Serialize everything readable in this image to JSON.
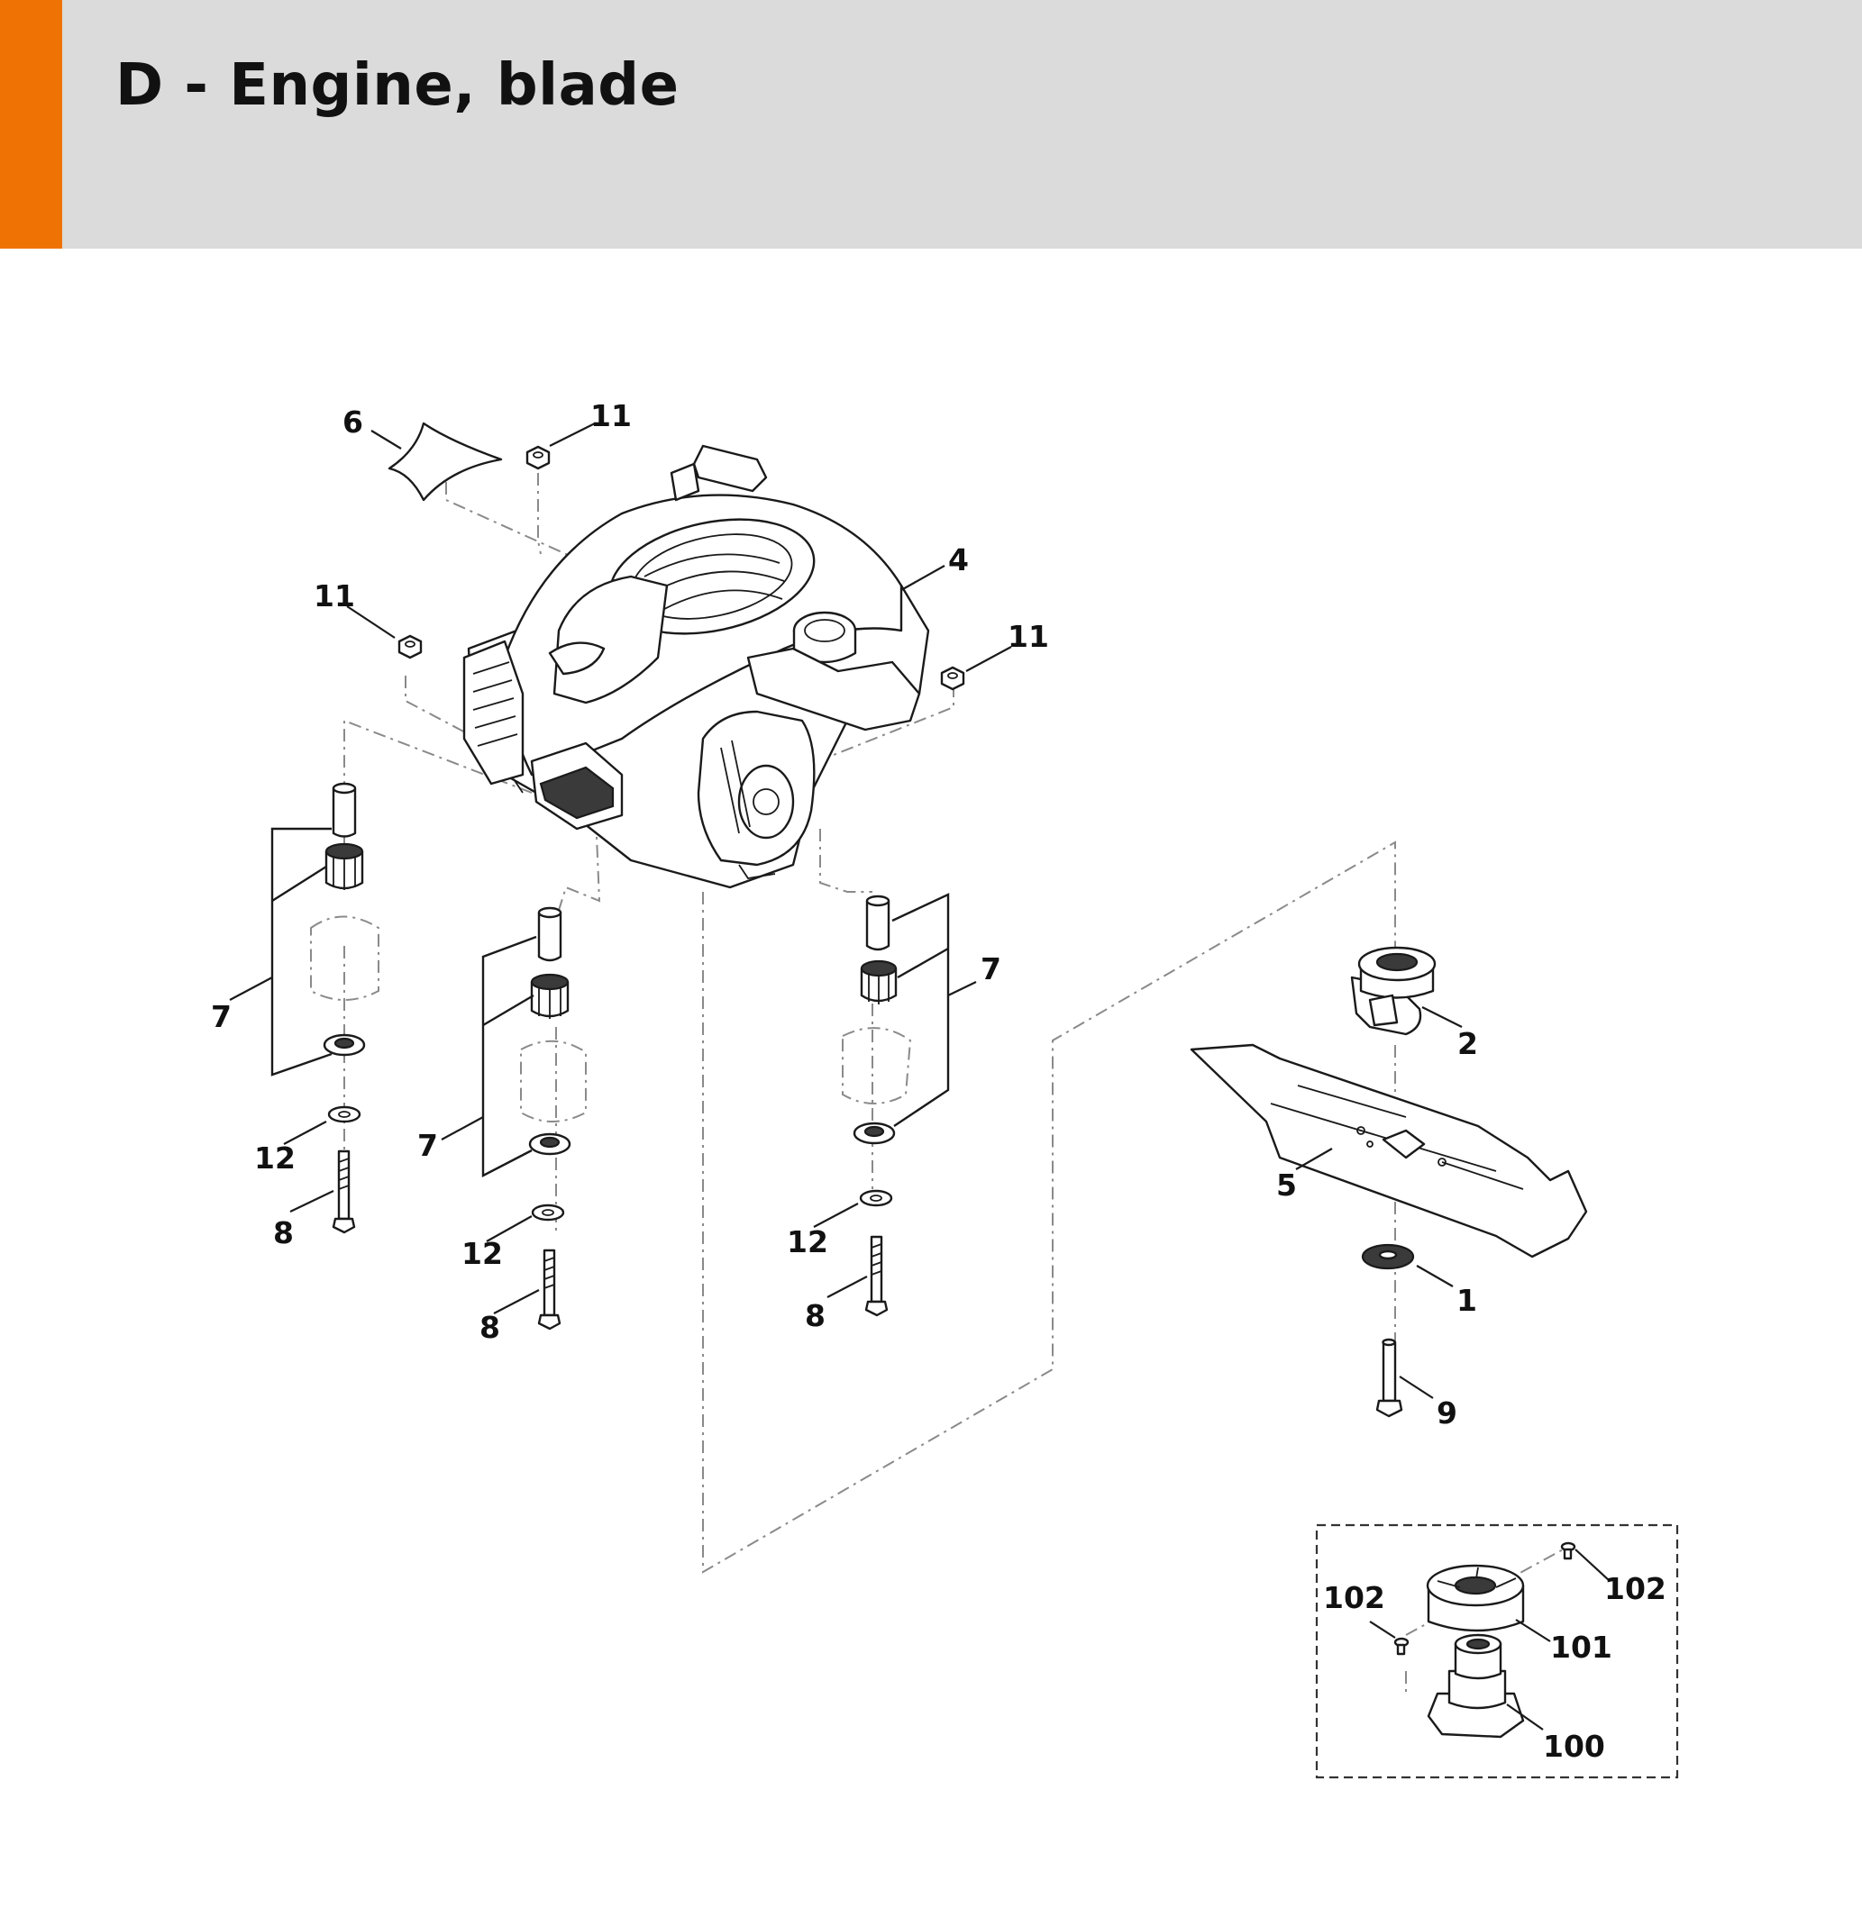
{
  "header": {
    "title": "D - Engine, blade",
    "accent_color": "#ef7204",
    "background_color": "#dadbda"
  },
  "callouts": {
    "c6": "6",
    "c11a": "11",
    "c11b": "11",
    "c11c": "11",
    "c4": "4",
    "c7a": "7",
    "c7b": "7",
    "c7c": "7",
    "c12a": "12",
    "c12b": "12",
    "c12c": "12",
    "c8a": "8",
    "c8b": "8",
    "c8c": "8",
    "c2": "2",
    "c5": "5",
    "c1": "1",
    "c9": "9",
    "c102a": "102",
    "c102b": "102",
    "c101": "101",
    "c100": "100"
  }
}
